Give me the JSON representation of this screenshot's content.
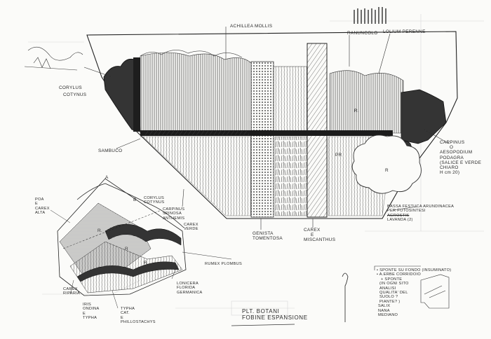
{
  "labels": {
    "achillea": "ACHILLEA MOLLIS",
    "ranuncolo": "RANUNCOLO",
    "lolium": "LOLIUM PERENNE",
    "corylus": [
      "CORYLUS",
      "COTYNUS"
    ],
    "sambuco": "SAMBUCO",
    "r_center": "R.",
    "pr_label": "PR",
    "r_right": "R",
    "carpinus": [
      "CARPINUS",
      "O",
      "AESOPODIUM",
      "PODAGRA",
      "(SALICE E VERDE",
      "CHIARO",
      "H cm 20)"
    ],
    "genista": [
      "GENISTA",
      "TOMENTOSA"
    ],
    "carex": [
      "CAREX",
      "E",
      "MISCANTHUS"
    ],
    "bassa": [
      "BASSA FESTUCA ARUNDINACEA",
      "PER FOTOSINTESI",
      "AGROSTIS",
      "LAVANDA (2)"
    ],
    "sketch_left": [
      "POA",
      "E",
      "CAREX",
      "ALTA"
    ],
    "sketch_a": "A",
    "sketch_b": "B",
    "sketch_corylus": [
      "CORYLUS",
      "COTYNUS"
    ],
    "sketch_carpinus": [
      "CARPINUS",
      "SPINOSA",
      "ANTHEMIS"
    ],
    "sketch_carex": [
      "CAREX",
      "VERDE"
    ],
    "sketch_r1": "R.",
    "sketch_r2": "R",
    "sketch_r3": "R",
    "rumex": "RUMEX PLOMBUS",
    "carex_bottom": [
      "CAREX",
      "RIPARIA"
    ],
    "iris": [
      "IRIS",
      "ONDINA",
      "E",
      "TYPHA"
    ],
    "typha": [
      "TYPHA",
      "CAT.",
      "E",
      "PHILLOSTACHYS"
    ],
    "lonicera": [
      "LONICERA",
      "FLORIDA",
      "GERMANICA"
    ],
    "title": [
      "PLT. BOTANI",
      "FOBINE ESPANSIONE"
    ],
    "notes": [
      "• SPONTE SU FONDO (INSUMINATO)",
      "• A.ERBE CORRIDOIO",
      "+ SPONTE",
      "(IN OGNI SITO",
      "ANALISI",
      "QUALITA' DEL",
      "SUOLO ?",
      "PIANTE? )",
      "SALIX",
      "NANA",
      "MEDIANO"
    ]
  },
  "colors": {
    "ink": "#1e1e1e",
    "paper": "#fbfbf9",
    "faint": "#cdcdcd"
  }
}
